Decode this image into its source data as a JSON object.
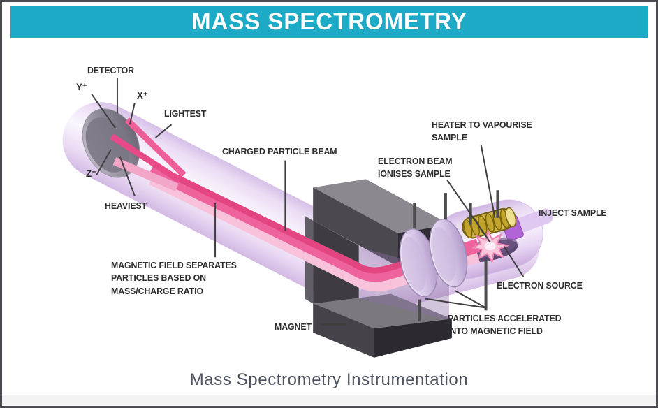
{
  "header": {
    "title": "MASS SPECTROMETRY"
  },
  "diagram": {
    "labels": {
      "detector": "DETECTOR",
      "y_ion": "Y⁺",
      "x_ion": "X⁺",
      "z_ion": "Z⁺",
      "lightest": "LIGHTEST",
      "heaviest": "HEAVIEST",
      "charged_particle_beam": "CHARGED PARTICLE BEAM",
      "magnetic_field": "MAGNETIC FIELD SEPARATES\nPARTICLES BASED ON\nMASS/CHARGE RATIO",
      "magnet": "MAGNET",
      "heater": "HEATER TO VAPOURISE\nSAMPLE",
      "electron_beam": "ELECTRON BEAM\nIONISES SAMPLE",
      "inject_sample": "INJECT SAMPLE",
      "electron_source": "ELECTRON SOURCE",
      "particles_accelerated": "PARTICLES ACCELERATED\nINTO MAGNETIC FIELD"
    },
    "palette": {
      "header_teal": "#1caac6",
      "beam_pink": "#ef639c",
      "beam_pink_dark": "#e2457f",
      "beam_pink_light": "#f8c3da",
      "tube_lavender": "#e6d5f2",
      "magnet_gray": "#4b484f",
      "coil_gold": "#d3b84a",
      "electron_source_purple": "#5d4973",
      "label_text": "#2e2e2e"
    }
  },
  "caption": {
    "text": "Mass Spectrometry Instrumentation"
  }
}
